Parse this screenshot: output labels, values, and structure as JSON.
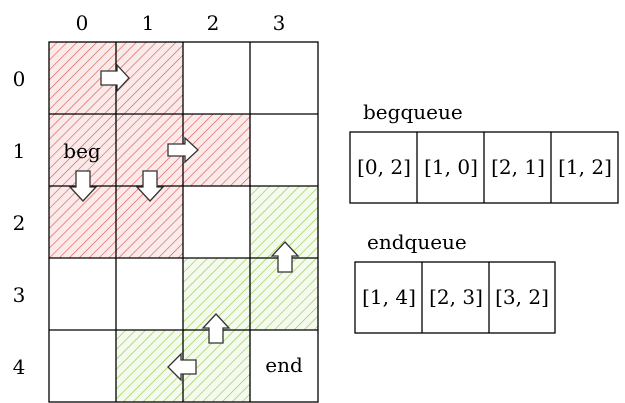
{
  "grid": {
    "column_labels": [
      "0",
      "1",
      "2",
      "3"
    ],
    "row_labels": [
      "0",
      "1",
      "2",
      "3",
      "4"
    ],
    "colors": {
      "red_hatch": "#d9534f",
      "red_fill": "#f8e3e3",
      "green_hatch": "#8ec63f",
      "green_fill": "#f3f9ea"
    },
    "red_cells": [
      [
        0,
        0
      ],
      [
        0,
        1
      ],
      [
        1,
        0
      ],
      [
        1,
        1
      ],
      [
        1,
        2
      ],
      [
        2,
        0
      ],
      [
        2,
        1
      ]
    ],
    "green_cells": [
      [
        2,
        3
      ],
      [
        3,
        2
      ],
      [
        3,
        3
      ],
      [
        4,
        1
      ],
      [
        4,
        2
      ]
    ],
    "beg_label": "beg",
    "end_label": "end",
    "arrows": [
      {
        "dir": "right",
        "icon": "right-arrow-icon"
      },
      {
        "dir": "right",
        "icon": "right-arrow-icon"
      },
      {
        "dir": "down",
        "icon": "down-arrow-icon"
      },
      {
        "dir": "down",
        "icon": "down-arrow-icon"
      },
      {
        "dir": "up",
        "icon": "up-arrow-icon"
      },
      {
        "dir": "up",
        "icon": "up-arrow-icon"
      },
      {
        "dir": "left",
        "icon": "left-arrow-icon"
      }
    ]
  },
  "begqueue": {
    "title": "begqueue",
    "items": [
      "[0, 2]",
      "[1, 0]",
      "[2, 1]",
      "[1, 2]"
    ]
  },
  "endqueue": {
    "title": "endqueue",
    "items": [
      "[1, 4]",
      "[2, 3]",
      "[3, 2]"
    ]
  }
}
